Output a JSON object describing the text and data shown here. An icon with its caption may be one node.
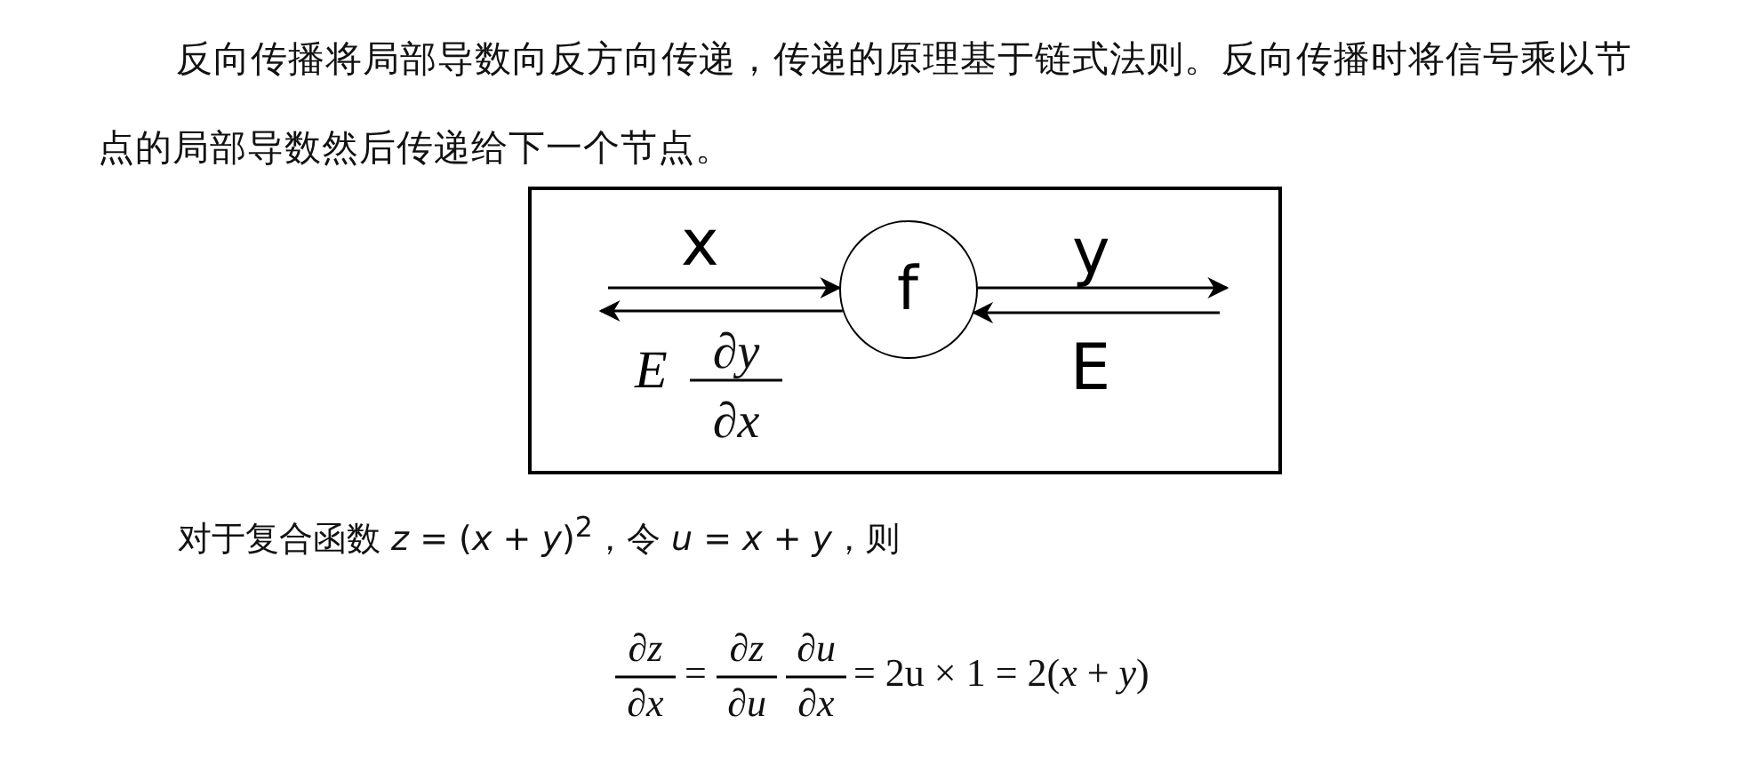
{
  "diagram": {
    "nodes": [
      {
        "text": [],
        "shape": "box"
      },
      {
        "text": [
          "f"
        ],
        "in": 0
      }
    ],
    "edges": [
      {
        "from": null,
        "to": 1,
        "arrow": "to",
        "label": "x"
      },
      {
        "from": 1,
        "to": null,
        "arrow": "to",
        "label": "E"
      },
      {
        "from": 1,
        "to": null,
        "arrow": "to",
        "label": "y"
      },
      {
        "from": null,
        "to": 1,
        "arrow": "to",
        "label": "E"
      }
    ],
    "labels": [
      "反向传播将局部导数向反方向传递，传递的原理基于链式法则。反向传播时将信号乘以节点的局部导数然后传递给下一个节点。",
      "∂y",
      "∂x",
      "对于复合函数 *z* = (*x* + *y*)$^{2}$，令 *u* = *x* + *y*，则",
      "∂*z*",
      "∂*x*",
      "=",
      "∂*z*",
      "∂*u*",
      "∂*u*",
      "∂*x*",
      "= 2u × 1 = 2(*x* + *y*)"
    ]
  }
}
